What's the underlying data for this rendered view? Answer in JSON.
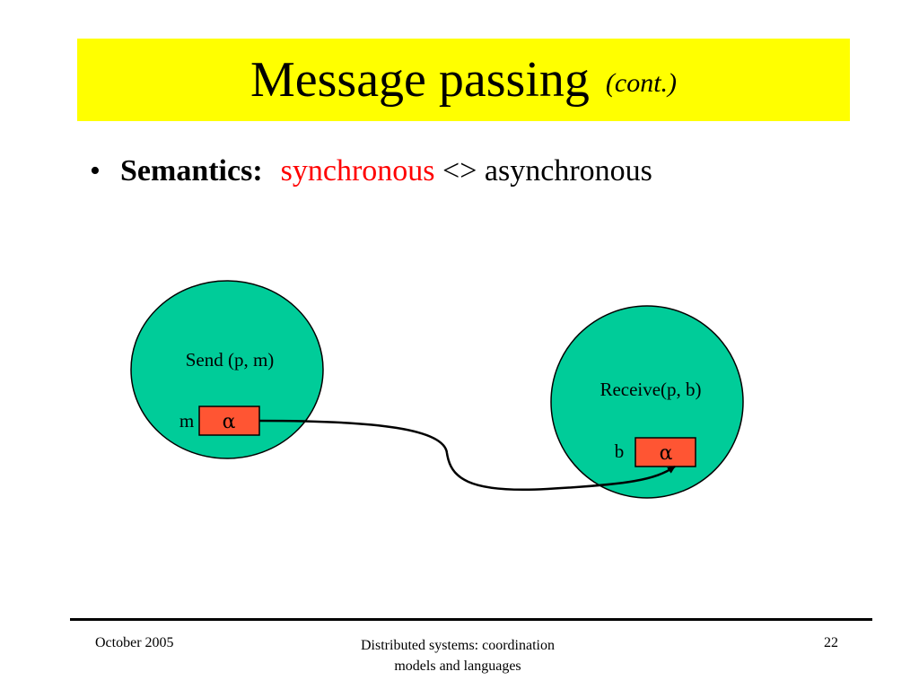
{
  "title": {
    "main": "Message passing",
    "sub": "(cont.)"
  },
  "bullet": {
    "marker": "•",
    "heading": "Semantics:",
    "term1": "synchronous",
    "separator": "<>",
    "term2": "asynchronous"
  },
  "diagram": {
    "sender": {
      "label": "Send (p, m)",
      "var": "m",
      "value": "α"
    },
    "receiver": {
      "label": "Receive(p, b)",
      "var": "b",
      "value": "α"
    }
  },
  "footer": {
    "date": "October 2005",
    "course_line1": "Distributed systems: coordination",
    "course_line2": "models and languages",
    "page": "22"
  },
  "colors": {
    "title_bg": "#ffff00",
    "process_fill": "#00cc99",
    "value_box": "#ff5533",
    "highlight_text": "#ff0000"
  }
}
